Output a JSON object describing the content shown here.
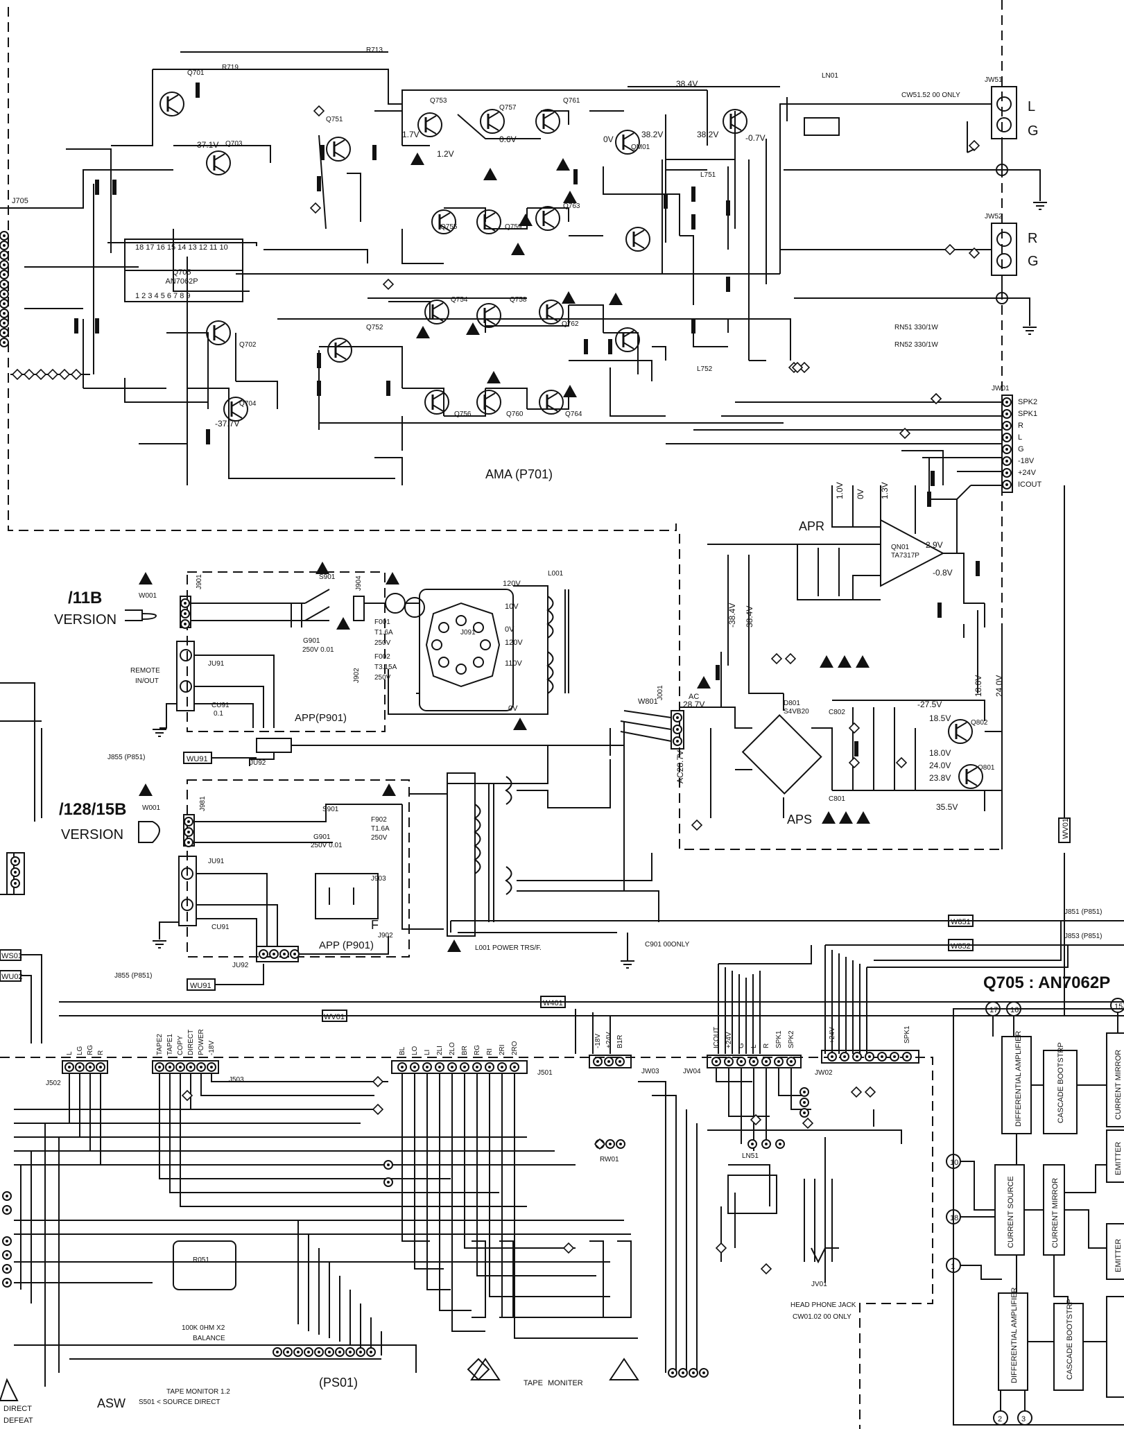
{
  "blocks": {
    "ama": "AMA (P701)",
    "apr": "APR",
    "aps": "APS",
    "app_top": "APP(P901)",
    "app_bottom": "APP (P901)",
    "asw": "ASW",
    "ps01": "(PS01)",
    "q705_title": "Q705 : AN7062P"
  },
  "versions": {
    "v11b": "/11B",
    "v11b_word": "VERSION",
    "v128": "/128/15B",
    "v128_word": "VERSION"
  },
  "labels": {
    "remote": "REMOTE",
    "inout": "IN/OUT",
    "power_trs": "L001 POWER TRS/F.",
    "headphone": "HEAD PHONE JACK",
    "cw_only": "CW01.02 00 ONLY",
    "balance": "100K 0HM X2",
    "balance2": "BALANCE",
    "tape_monitor": "TAPE MONITOR 1.2",
    "s501": "S501 < SOURCE DIRECT",
    "tape_moniter": "TAPE",
    "moniter": "MONITER",
    "direct": "DIRECT",
    "defeat": "DEFEAT",
    "cw51_only": "CW51.52 00 ONLY",
    "c901_only": "C901 00ONLY"
  },
  "outputs": {
    "l": "L",
    "g1": "G",
    "r": "R",
    "g2": "G",
    "jw51": "JW51",
    "jw52": "JW52"
  },
  "voltages": {
    "v384": "38.4V",
    "v382a": "38.2V",
    "v382b": "38.2V",
    "v07": "-0.7V",
    "v371": "-37.1V",
    "v377": "-37.7V",
    "v17": "1.7V",
    "v12": "1.2V",
    "v06": "0.6V",
    "v0": "0V",
    "v275": "-27.5V",
    "v185": "18.5V",
    "v180": "18.0V",
    "v240": "24.0V",
    "v238": "23.8V",
    "v355": "35.5V",
    "v287": "28.7V",
    "v287b": "AC28.7V",
    "v29": "2.9V",
    "v08": "-0.8V",
    "v10": "1.0V",
    "v13": "1.3V",
    "v384b": "-38.4V",
    "v384c": "38.4V"
  },
  "connectors": {
    "jw01": [
      "SPK2",
      "SPK1",
      "R",
      "L",
      "G",
      "-18V",
      "+24V",
      "ICOUT"
    ],
    "j502": [
      "L",
      "LG",
      "RG",
      "R"
    ],
    "j503": [
      "TAPE2",
      "TAPE1",
      "COPY",
      "DIRECT",
      "POWER",
      "-18V"
    ],
    "j501": [
      "BL",
      "LO",
      "LI",
      "2LI",
      "2LO",
      "BR",
      "RG",
      "RI",
      "2RI",
      "2RO"
    ],
    "jw03": [
      "-18V",
      "+24V",
      "B1R"
    ],
    "jw04": [
      "ICOUT",
      "+24V",
      "G",
      "L",
      "R",
      "SPK1",
      "SPK2"
    ],
    "jw02": [
      "+24V",
      "SPK1"
    ]
  },
  "wires": {
    "w851": "W851",
    "w852": "W852",
    "w401": "W401",
    "wv01": "WV01",
    "w801": "W801",
    "wu91a": "WU91",
    "wu91b": "WU91",
    "wvert": "WV01",
    "ws01": "WS01",
    "wu02": "WU02",
    "j851": "J851 (P851)",
    "j853": "J853 (P851)",
    "j855a": "J855 (P851)",
    "j855b": "J855 (P851)"
  },
  "ics": {
    "q705": "Q705",
    "q705p": "AN7062P",
    "qn01": "QN01",
    "qn01p": "TA7317P",
    "d801": "D801",
    "d801p": "S4VB20"
  },
  "q705_blocks": {
    "diff_amp_top": "DIFFERENTIAL AMPLIFIER",
    "cascade_top": "CASCADE BOOTSTRP",
    "current_mirror_top": "CURRENT MIRROR",
    "emitter_top": "EMITTER",
    "current_source": "CURRENT SOURCE",
    "current_mirror_mid": "CURRENT MIRROR",
    "emitter_bot": "EMITTER",
    "diff_amp_bot": "DIFFERENTIAL AMPLIFIER",
    "cascade_bot": "CASCADE BOOTSTRP"
  },
  "q705_pins": [
    "17",
    "16",
    "15",
    "10",
    "18",
    "1",
    "2",
    "3"
  ],
  "transformer_taps": [
    "120V",
    "10V",
    "0V",
    "120V",
    "110V",
    "0V"
  ],
  "fuses": {
    "f001": "F001",
    "f001v": "T1.6A",
    "f001w": "250V",
    "f002": "F002",
    "f002v": "T3.15A",
    "f002w": "250V",
    "f902": "F902",
    "f902v": "T1.6A",
    "f902w": "250V",
    "f": "F"
  },
  "parts": {
    "r713": "R713",
    "r719": "R719",
    "q701": "Q701",
    "q751": "Q751",
    "q753": "Q753",
    "q757": "Q757",
    "q761": "Q761",
    "qm01": "QM01",
    "q755": "Q755",
    "q759": "Q759",
    "q763": "Q763",
    "q752": "Q752",
    "q754": "Q754",
    "q758": "Q758",
    "q762": "Q762",
    "q756": "Q756",
    "q760": "Q760",
    "q764": "Q764",
    "q702": "Q702",
    "q704": "Q704",
    "q703": "Q703",
    "q801": "Q801",
    "q802": "Q802",
    "ln01": "LN01",
    "j705": "J705",
    "s901a": "S901",
    "s901b": "S901",
    "j901": "J901",
    "j904": "J904",
    "j902": "J902",
    "j001": "J001",
    "jw01": "JW01",
    "j091": "J091",
    "l001": "L001",
    "ju91a": "JU91",
    "ju91b": "JU91",
    "ju92a": "JU92",
    "ju92b": "JU92",
    "r051": "R051",
    "jv01": "JV01",
    "ln51": "LN51",
    "rn51": "RN51 330/1W",
    "rn52": "RN52 330/1W",
    "c801": "C801",
    "c802": "C802",
    "cw51": "CW51",
    "cw52": "CW52",
    "w001a": "W001",
    "w001b": "W001",
    "l751": "L751",
    "l752": "L752",
    "rw01": "RW01",
    "ac": "AC",
    "ac2": "AC"
  }
}
